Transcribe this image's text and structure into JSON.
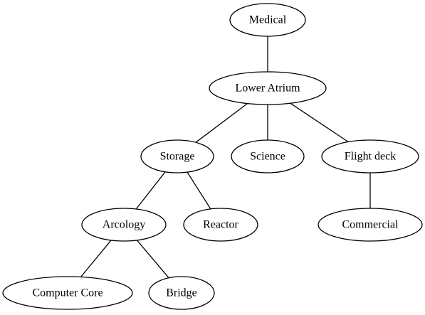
{
  "diagram": {
    "type": "tree",
    "nodes": [
      {
        "id": "medical",
        "label": "Medical"
      },
      {
        "id": "lower_atrium",
        "label": "Lower Atrium"
      },
      {
        "id": "storage",
        "label": "Storage"
      },
      {
        "id": "science",
        "label": "Science"
      },
      {
        "id": "flight_deck",
        "label": "Flight deck"
      },
      {
        "id": "arcology",
        "label": "Arcology"
      },
      {
        "id": "reactor",
        "label": "Reactor"
      },
      {
        "id": "commercial",
        "label": "Commercial"
      },
      {
        "id": "computer_core",
        "label": "Computer Core"
      },
      {
        "id": "bridge",
        "label": "Bridge"
      }
    ],
    "edges": [
      {
        "from": "medical",
        "to": "lower_atrium"
      },
      {
        "from": "lower_atrium",
        "to": "storage"
      },
      {
        "from": "lower_atrium",
        "to": "science"
      },
      {
        "from": "lower_atrium",
        "to": "flight_deck"
      },
      {
        "from": "storage",
        "to": "arcology"
      },
      {
        "from": "storage",
        "to": "reactor"
      },
      {
        "from": "flight_deck",
        "to": "commercial"
      },
      {
        "from": "arcology",
        "to": "computer_core"
      },
      {
        "from": "arcology",
        "to": "bridge"
      }
    ]
  }
}
